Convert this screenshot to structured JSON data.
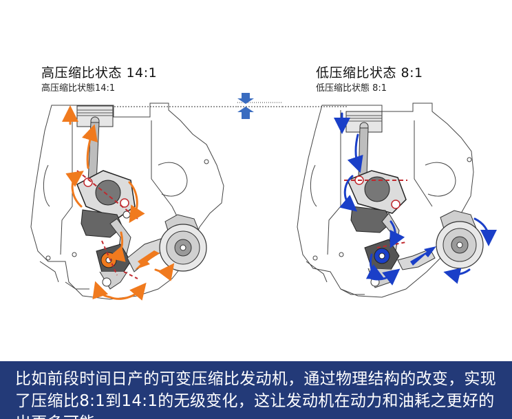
{
  "left_panel": {
    "title": "高压缩比状态 14:1",
    "subtitle": "高压缩比状態14:1"
  },
  "right_panel": {
    "title": "低压缩比状态 8:1",
    "subtitle": "低压缩比状態 8:1"
  },
  "caption": {
    "text": "比如前段时间日产的可变压缩比发动机，通过物理结构的改变，实现了压缩比8:1到14:1的无级变化，这让发动机在动力和油耗之更好的出更多可能"
  },
  "colors": {
    "left_arrows": "#f07a1e",
    "right_arrows": "#1a3fc8",
    "indicator": "#3a6cc0",
    "caption_bg": "#233a78",
    "link_red": "#c0282d"
  },
  "icons": {
    "piston_gap_indicator": "double-arrow-indicator-icon"
  }
}
